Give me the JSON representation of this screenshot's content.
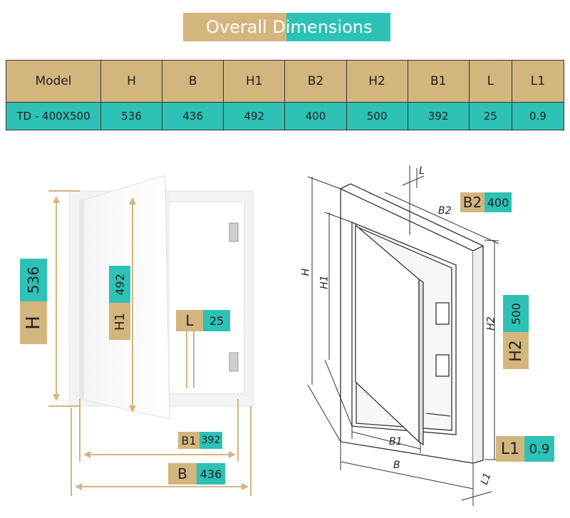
{
  "title": {
    "part1": "Overall Di",
    "part2": "mensions",
    "full": "Overall Dimensions"
  },
  "table": {
    "headers": [
      "Model",
      "H",
      "B",
      "H1",
      "B2",
      "H2",
      "B1",
      "L",
      "L1"
    ],
    "row": [
      "TD - 400X500",
      "536",
      "436",
      "492",
      "400",
      "500",
      "392",
      "25",
      "0.9"
    ]
  },
  "left_labels": {
    "H": {
      "key": "H",
      "value": "536"
    },
    "H1": {
      "key": "H1",
      "value": "492"
    },
    "L": {
      "key": "L",
      "value": "25"
    },
    "B1": {
      "key": "B1",
      "value": "392"
    },
    "B": {
      "key": "B",
      "value": "436"
    }
  },
  "right_labels": {
    "B2": {
      "key": "B2",
      "value": "400"
    },
    "H2": {
      "key": "H2",
      "value": "500"
    },
    "L1": {
      "key": "L1",
      "value": "0.9"
    }
  },
  "drawing_labels": {
    "L": "L",
    "B2": "B2",
    "H": "H",
    "H1": "H1",
    "H2": "H2",
    "B1": "B1",
    "B": "B",
    "L1": "L1"
  },
  "colors": {
    "gold": "#d3b57e",
    "teal": "#2ec1b5"
  }
}
